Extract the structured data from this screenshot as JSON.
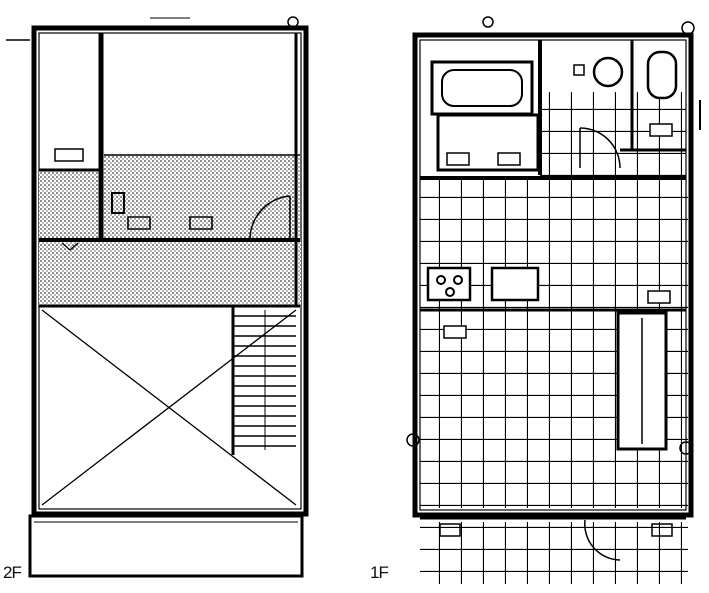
{
  "floors": [
    {
      "id": "2f",
      "label": "2F"
    },
    {
      "id": "1f",
      "label": "1F"
    }
  ],
  "colors": {
    "ink": "#000000",
    "paper": "#ffffff"
  }
}
